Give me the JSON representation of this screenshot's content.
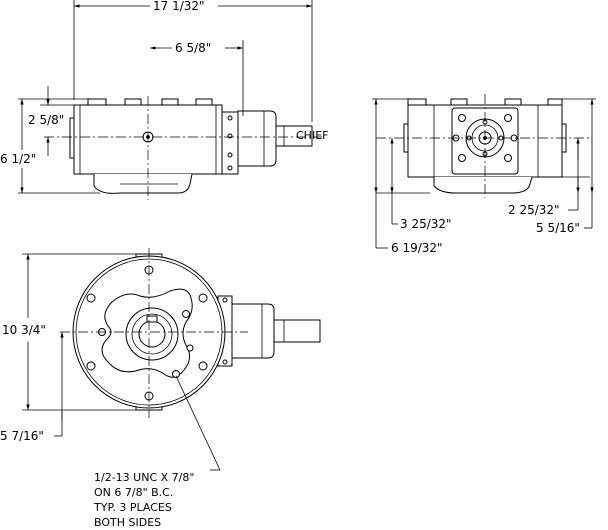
{
  "dimensions": {
    "overall_length": "17 1/32\"",
    "shaft_offset": "6 5/8\"",
    "top_to_center": "2 5/8\"",
    "side_height": "6 1/2\"",
    "end_lower": "3 25/32\"",
    "end_upper": "2 25/32\"",
    "end_right": "5 5/16\"",
    "end_overall": "6 19/32\"",
    "flange_diameter": "10 3/4\"",
    "flange_center": "5 7/16\""
  },
  "note": {
    "line1": "1/2-13 UNC X 7/8\"",
    "line2": "ON 6 7/8\" B.C.",
    "line3": "TYP. 3 PLACES",
    "line4": "BOTH SIDES"
  },
  "shaft_label": "CHIEF"
}
